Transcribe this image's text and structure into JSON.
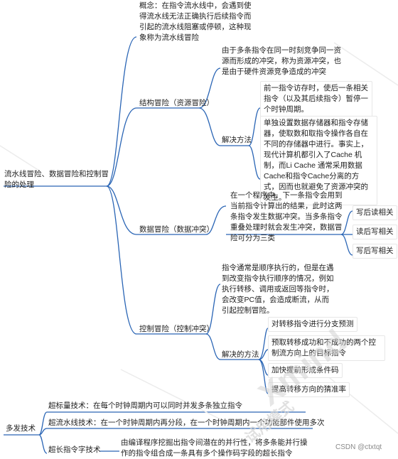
{
  "root": "流水线冒险、数据冒险和控制冒险的处理",
  "concept": "概念：在指令流水线中，会遇到使得流水线无法正确执行后续指令而引起的流水线阻塞或停顿，这种现象称为流水线冒险",
  "structural": {
    "label": "结构冒险（资源冒险）",
    "desc": "由于多条指令在同一时刻竞争同一资源而形成的冲突，称为资源冲突，也是由于硬件资源竞争造成的冲突",
    "solution_label": "解决方法",
    "solutions": [
      "前一指令访存时，使后一条相关指令（以及其后续指令）暂停一个时钟周期。",
      "单独设置数据存储器和指令存储器，使取数和取指令操作各自在不同的存储器中进行。事实上，现代计算机都引入了Cache 机制，而Li Cache 通常采用数据Cache和指令Cache分离的方式，因而也就避免了资源冲突的发生。"
    ]
  },
  "data_hazard": {
    "label": "数据冒险（数据冲突）",
    "desc": "在一个程序中，下一条指令会用到当前指令计算出的结果，此时这两条指令发生数据冲突。当多条指令重叠处理时就会发生冲突，数据冒险可分为三类",
    "types": [
      "写后读相关",
      "读后写相关",
      "写后写相关"
    ]
  },
  "control": {
    "label": "控制冒险（控制冲突）",
    "desc": "指令通常是顺序执行的，但是在遇到改变指令执行顺序的情况，例如执行转移、调用或返回等指令时，会改变PC值，会造成断流，从而引起控制冒险。",
    "solution_label": "解决的方法",
    "solutions": [
      "对转移指令进行分支预测",
      "预取转移成功和不成功的两个控制流方向上的目标指令",
      "加快提前形成条件码",
      "提高转移方向的猜准率"
    ]
  },
  "multi_issue": {
    "label": "多发技术",
    "items": [
      "超标量技术：在每个时钟周期内可以同时并发多条独立指令",
      "超流水线技术：在一个时钟周期内再分段，在一个时钟周期内一个功能部件使用多次",
      "由编译程序挖掘出指令间潜在的并行性，将多条能并行操作的指令组合成一条具有多个操作码字段的超长指令"
    ],
    "vliw_label": "超长指令字技术"
  },
  "watermark": {
    "text": "试用模式",
    "brand": "Xmind",
    "credit": "CSDN @ctxtqt"
  },
  "colors": {
    "line": "#2a65b5",
    "text": "#222222",
    "border": "#e7e7e7"
  }
}
